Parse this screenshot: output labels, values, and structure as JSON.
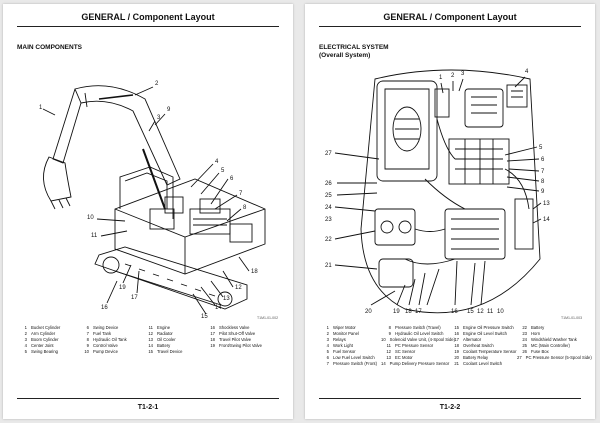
{
  "left_page": {
    "header": "GENERAL / Component Layout",
    "section": "MAIN COMPONENTS",
    "figure_id": "T1M1-01-002",
    "callouts": [
      "1",
      "2",
      "3",
      "4",
      "5",
      "6",
      "7",
      "8",
      "9",
      "10",
      "11",
      "12",
      "13",
      "14",
      "15",
      "16",
      "17",
      "18",
      "19"
    ],
    "legend": [
      [
        {
          "n": "1",
          "t": "Bucket Cylinder"
        },
        {
          "n": "2",
          "t": "Arm Cylinder"
        },
        {
          "n": "3",
          "t": "Boom Cylinder"
        },
        {
          "n": "4",
          "t": "Center Joint"
        },
        {
          "n": "5",
          "t": "Swing Bearing"
        }
      ],
      [
        {
          "n": "6",
          "t": "Swing Device"
        },
        {
          "n": "7",
          "t": "Fuel Tank"
        },
        {
          "n": "8",
          "t": "Hydraulic Oil Tank"
        },
        {
          "n": "9",
          "t": "Control Valve"
        },
        {
          "n": "10",
          "t": "Pump Device"
        }
      ],
      [
        {
          "n": "11",
          "t": "Engine"
        },
        {
          "n": "12",
          "t": "Radiator"
        },
        {
          "n": "13",
          "t": "Oil Cooler"
        },
        {
          "n": "14",
          "t": "Battery"
        },
        {
          "n": "15",
          "t": "Travel Device"
        }
      ],
      [
        {
          "n": "16",
          "t": "Shockless Valve"
        },
        {
          "n": "17",
          "t": "Pilot Shut-Off Valve"
        },
        {
          "n": "18",
          "t": "Travel Pilot Valve"
        },
        {
          "n": "19",
          "t": "Front/Swing Pilot Valve"
        }
      ]
    ],
    "footer": "T1-2-1"
  },
  "right_page": {
    "header": "GENERAL / Component Layout",
    "section_line1": "ELECTRICAL SYSTEM",
    "section_line2": "(Overall System)",
    "figure_id": "T1M1-01-003",
    "callouts": [
      "1",
      "2",
      "3",
      "4",
      "5",
      "6",
      "7",
      "8",
      "9",
      "10",
      "11",
      "12",
      "13",
      "14",
      "15",
      "16",
      "17",
      "18",
      "19",
      "20",
      "21",
      "22",
      "23",
      "24",
      "25",
      "26",
      "27"
    ],
    "legend": [
      [
        {
          "n": "1",
          "t": "Wiper Motor"
        },
        {
          "n": "2",
          "t": "Monitor Panel"
        },
        {
          "n": "3",
          "t": "Relays"
        },
        {
          "n": "4",
          "t": "Work Light"
        },
        {
          "n": "5",
          "t": "Fuel Sensor"
        },
        {
          "n": "6",
          "t": "Low Fuel Level Switch"
        },
        {
          "n": "7",
          "t": "Pressure Switch (Front)"
        }
      ],
      [
        {
          "n": "8",
          "t": "Pressure Switch (Travel)"
        },
        {
          "n": "9",
          "t": "Hydraulic Oil Level Switch"
        },
        {
          "n": "10",
          "t": "Solenoid Valve Unit, (4-Spool Side)"
        },
        {
          "n": "11",
          "t": "PC Pressure Sensor"
        },
        {
          "n": "12",
          "t": "SC Sensor"
        },
        {
          "n": "13",
          "t": "EC Motor"
        },
        {
          "n": "14",
          "t": "Pump Delivery Pressure Sensor"
        }
      ],
      [
        {
          "n": "15",
          "t": "Engine Oil Pressure Switch"
        },
        {
          "n": "16",
          "t": "Engine Oil Level Switch"
        },
        {
          "n": "17",
          "t": "Alternator"
        },
        {
          "n": "18",
          "t": "Overheat Switch"
        },
        {
          "n": "19",
          "t": "Coolant Temperature Sensor"
        },
        {
          "n": "20",
          "t": "Battery Relay"
        },
        {
          "n": "21",
          "t": "Coolant Level Switch"
        }
      ],
      [
        {
          "n": "22",
          "t": "Battery"
        },
        {
          "n": "23",
          "t": "Horn"
        },
        {
          "n": "24",
          "t": "Windshield Washer Tank"
        },
        {
          "n": "25",
          "t": "MC (Main Controller)"
        },
        {
          "n": "26",
          "t": "Fuse Box"
        },
        {
          "n": "27",
          "t": "PC Pressure Sensor (5-Spool Side)"
        }
      ]
    ],
    "footer": "T1-2-2"
  }
}
